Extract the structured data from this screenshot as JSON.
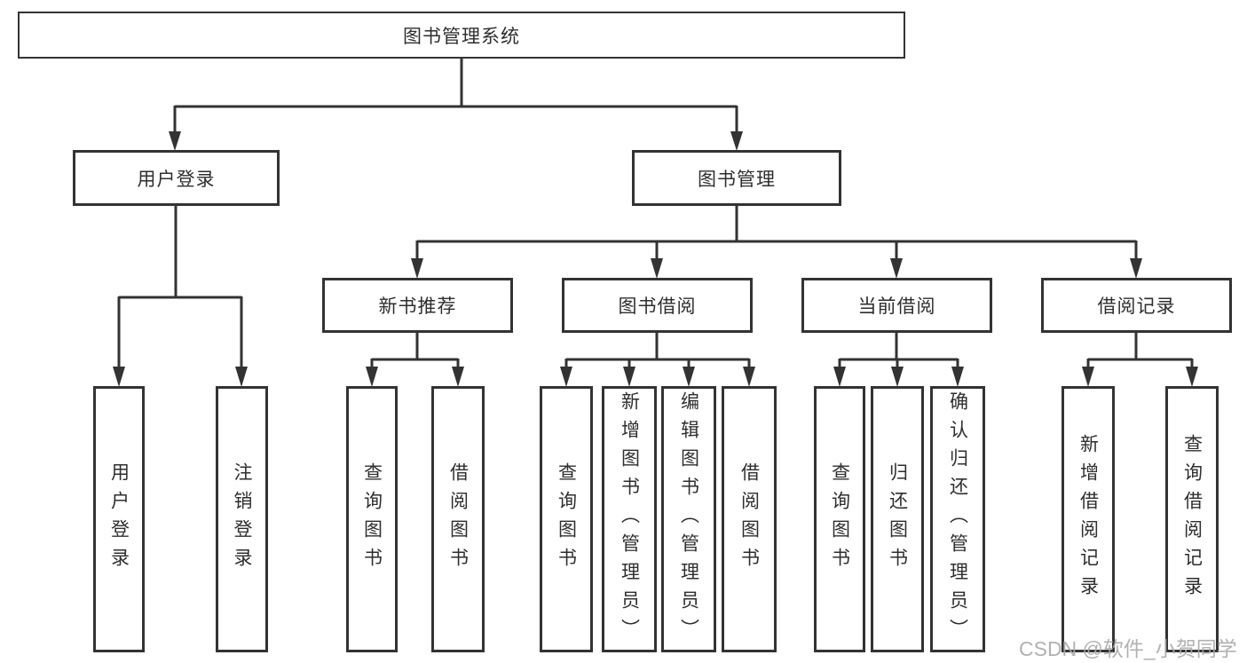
{
  "diagram": {
    "watermark": "CSDN @软件_小贺同学",
    "colors": {
      "line": "#333333",
      "border": "#333333",
      "text": "#2e2e2e",
      "background": "#ffffff",
      "watermark": "#a8a8a8"
    },
    "tree": {
      "label": "图书管理系统",
      "children": [
        {
          "label": "用户登录",
          "children": [
            {
              "label": "用户登录"
            },
            {
              "label": "注销登录"
            }
          ]
        },
        {
          "label": "图书管理",
          "children": [
            {
              "label": "新书推荐",
              "children": [
                {
                  "label": "查询图书"
                },
                {
                  "label": "借阅图书"
                }
              ]
            },
            {
              "label": "图书借阅",
              "children": [
                {
                  "label": "查询图书"
                },
                {
                  "label": "新增图书（管理员）"
                },
                {
                  "label": "编辑图书（管理员）"
                },
                {
                  "label": "借阅图书"
                }
              ]
            },
            {
              "label": "当前借阅",
              "children": [
                {
                  "label": "查询图书"
                },
                {
                  "label": "归还图书"
                },
                {
                  "label": "确认归还（管理员）"
                }
              ]
            },
            {
              "label": "借阅记录",
              "children": [
                {
                  "label": "新增借阅记录"
                },
                {
                  "label": "查询借阅记录"
                }
              ]
            }
          ]
        }
      ]
    }
  }
}
